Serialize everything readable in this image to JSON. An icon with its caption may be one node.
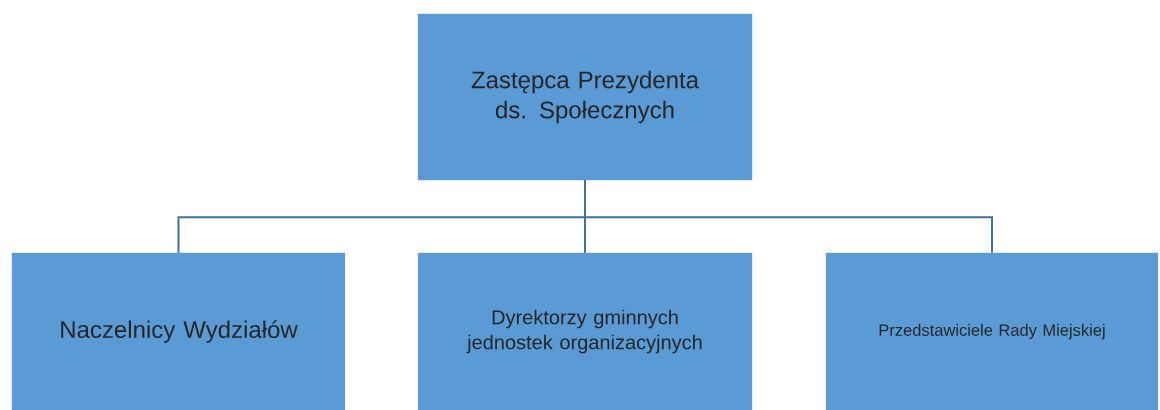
{
  "diagram": {
    "nodes": [
      {
        "text": [
          "Zastępca Prezydenta ds. Społecznych"
        ]
      },
      {
        "text": [
          "Naczelnicy Wydziałów"
        ]
      },
      {
        "text": [
          "Dyrektorzy gminnych jednostek organizacyjnych"
        ]
      },
      {
        "text": [
          "Przedstawiciele Rady Miejskiej"
        ]
      }
    ],
    "edges": [
      {
        "from": 0,
        "to": 1,
        "arrow": "none"
      },
      {
        "from": 0,
        "to": 2,
        "arrow": "none"
      },
      {
        "from": 0,
        "to": 3,
        "arrow": "none"
      }
    ]
  }
}
